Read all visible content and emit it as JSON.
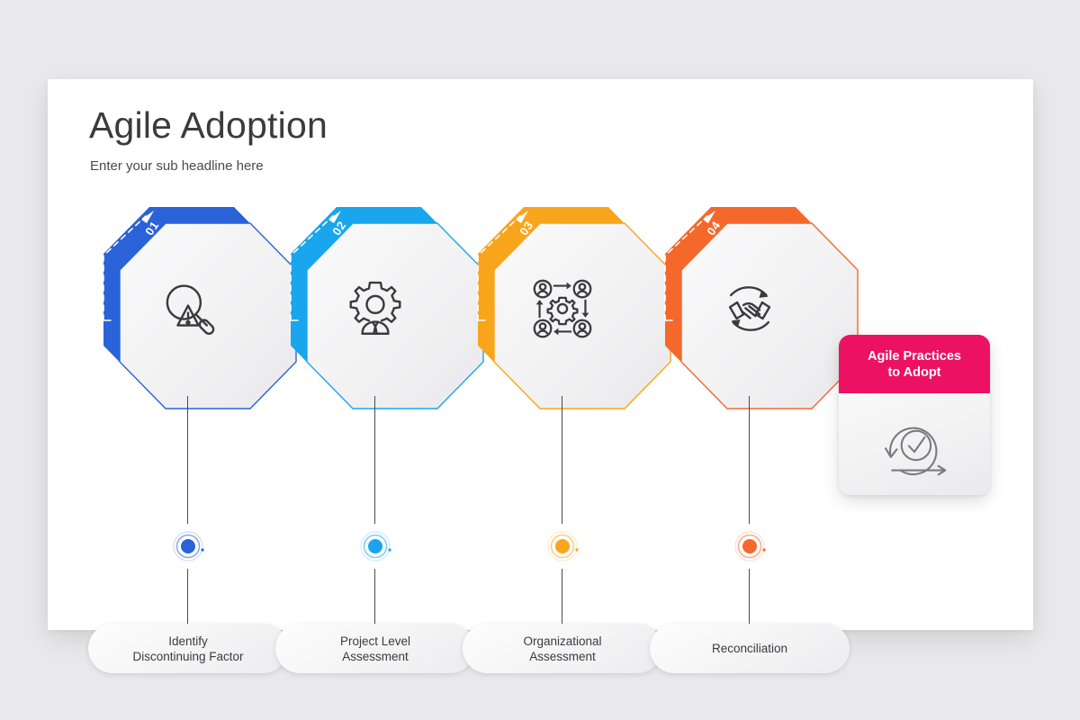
{
  "slide": {
    "title": "Agile Adoption",
    "subtitle": "Enter your sub headline here",
    "background_color": "#e9e9eb",
    "card_color": "#ffffff"
  },
  "steps": [
    {
      "number": "01",
      "label": "Identify\nDiscontinuing Factor",
      "label_line1": "Identify",
      "label_line2": "Discontinuing Factor",
      "color": "#2a63d8",
      "icon": "magnifier-warning-icon"
    },
    {
      "number": "02",
      "label": "Project Level\nAssessment",
      "label_line1": "Project Level",
      "label_line2": "Assessment",
      "color": "#19a6ec",
      "icon": "gear-person-icon"
    },
    {
      "number": "03",
      "label": "Organizational\nAssessment",
      "label_line1": "Organizational",
      "label_line2": "Assessment",
      "color": "#f9a51b",
      "icon": "team-gear-cycle-icon"
    },
    {
      "number": "04",
      "label": "Reconciliation",
      "label_line1": "Reconciliation",
      "label_line2": "",
      "color": "#f4682c",
      "icon": "handshake-cycle-icon"
    }
  ],
  "side_card": {
    "title_line1": "Agile Practices",
    "title_line2": "to Adopt",
    "header_color": "#ec1163",
    "icon": "agile-sprint-check-icon"
  }
}
